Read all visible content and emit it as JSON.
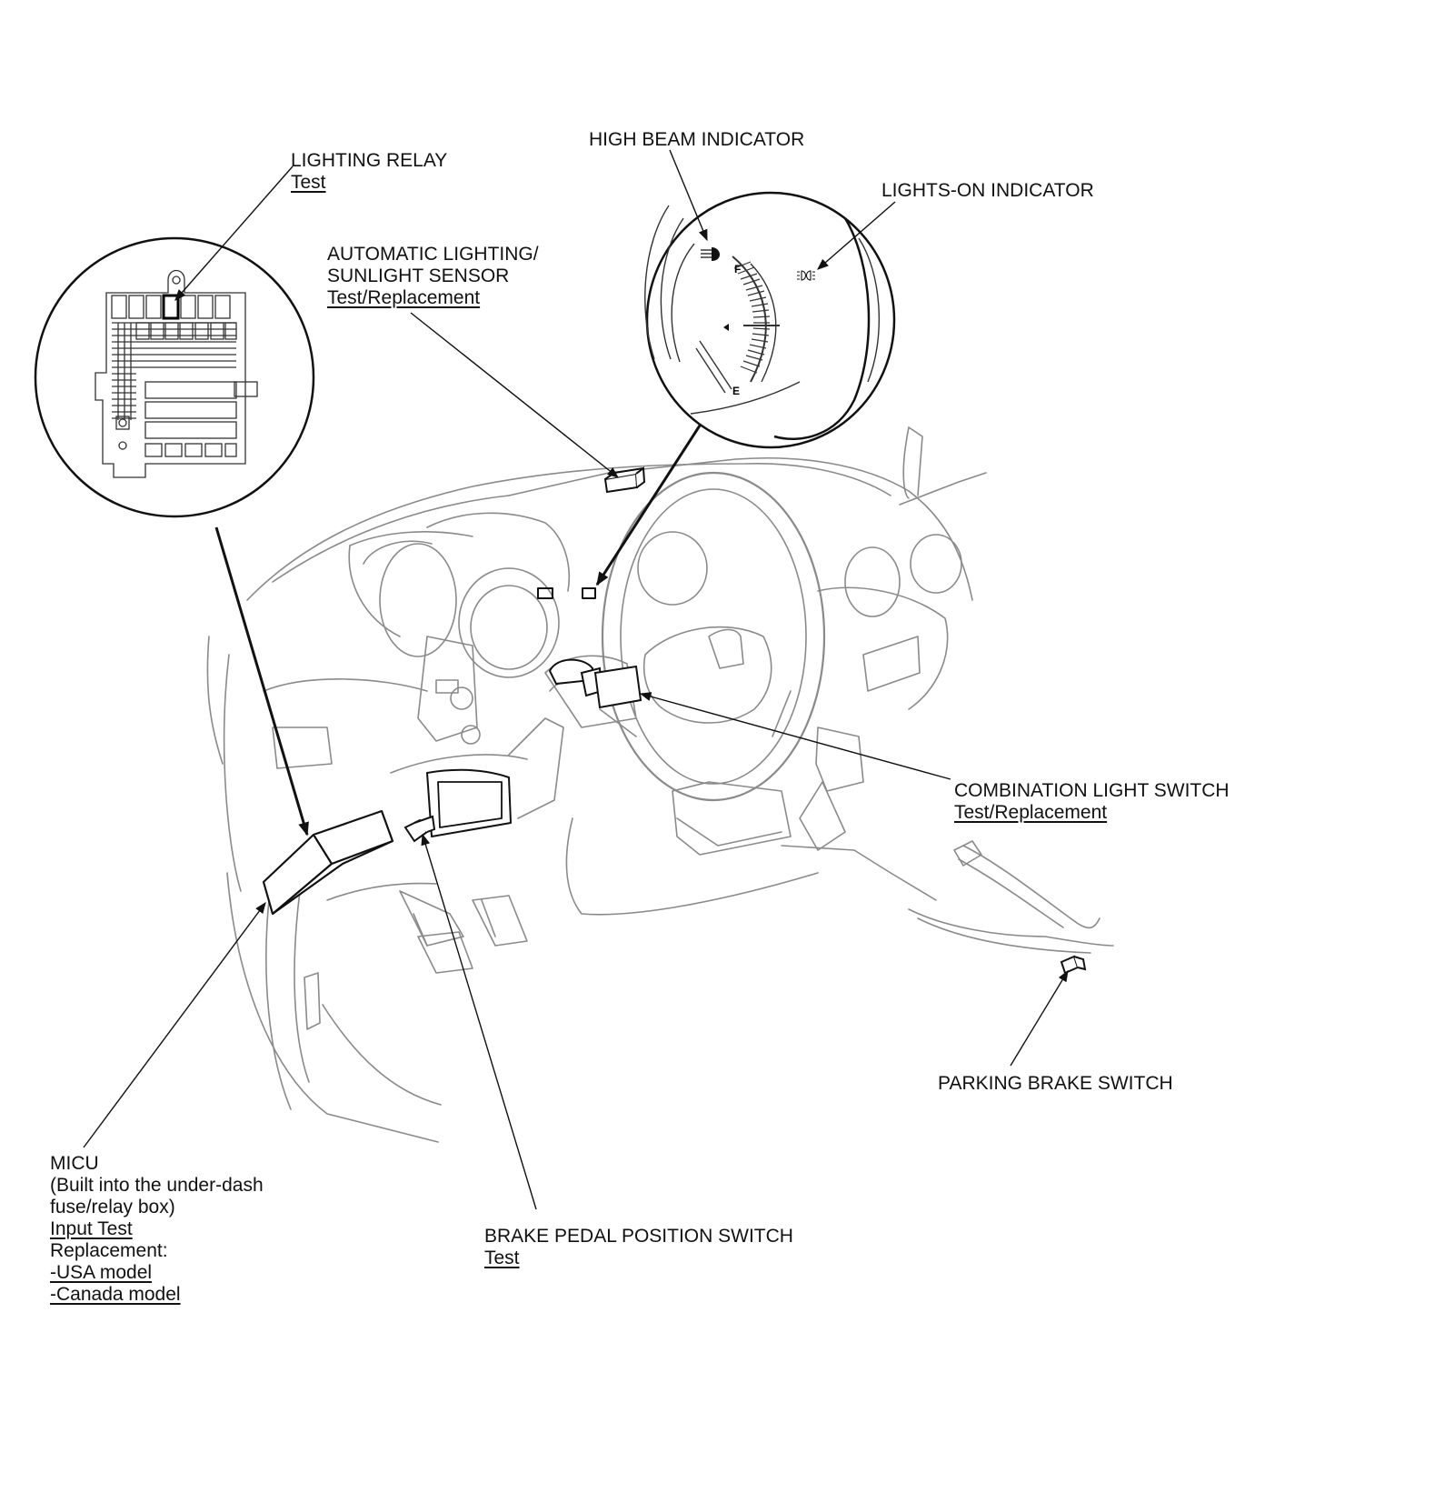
{
  "callouts": {
    "lighting_relay": {
      "title": "LIGHTING RELAY",
      "links": [
        "Test"
      ]
    },
    "auto_light_sensor": {
      "title_lines": [
        "AUTOMATIC LIGHTING/",
        "SUNLIGHT SENSOR"
      ],
      "links": [
        "Test/Replacement"
      ]
    },
    "high_beam_indicator": {
      "title": "HIGH BEAM INDICATOR"
    },
    "lights_on_indicator": {
      "title": "LIGHTS-ON INDICATOR"
    },
    "combination_light_switch": {
      "title": "COMBINATION LIGHT SWITCH",
      "links": [
        "Test/Replacement"
      ]
    },
    "parking_brake_switch": {
      "title": "PARKING BRAKE SWITCH"
    },
    "micu": {
      "title": "MICU",
      "desc_lines": [
        "(Built into the under-dash",
        "fuse/relay box)"
      ],
      "link_input_test": "Input Test",
      "replacement_label": "Replacement:",
      "links": [
        "-USA model",
        "-Canada model"
      ]
    },
    "brake_pedal_switch": {
      "title": "BRAKE PEDAL POSITION SWITCH",
      "links": [
        "Test"
      ]
    }
  },
  "gauge": {
    "full_mark": "F",
    "empty_mark": "E"
  },
  "icons": [
    "fuse-box-icon",
    "high-beam-icon",
    "lights-on-icon"
  ]
}
